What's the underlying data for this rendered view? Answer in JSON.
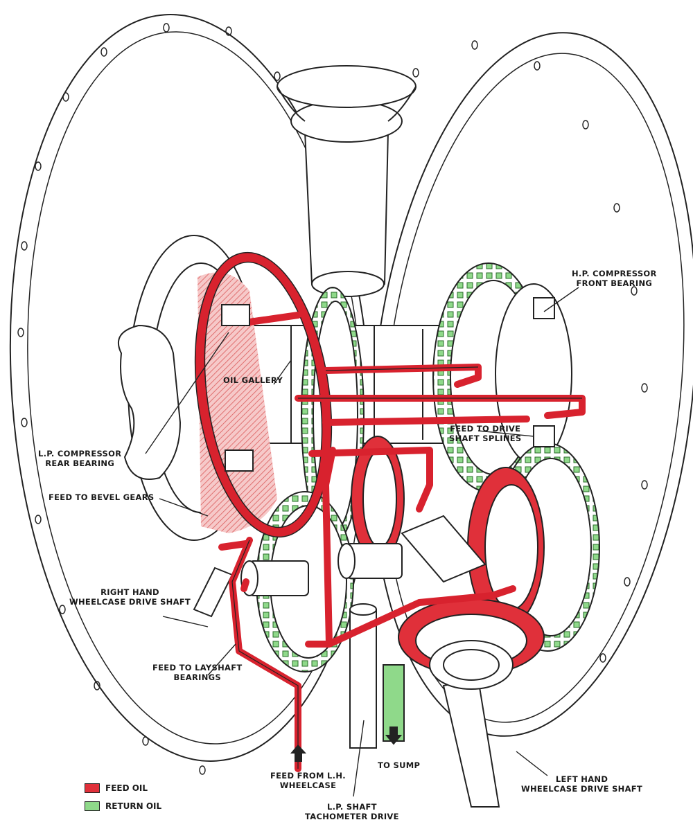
{
  "colors": {
    "feed_oil": "#e0303a",
    "return_oil": "#8fd98a",
    "line": "#222222",
    "background": "#ffffff"
  },
  "labels": {
    "hp_compressor_front_bearing": "H.P. COMPRESSOR\nFRONT BEARING",
    "oil_gallery": "OIL GALLERY",
    "lp_compressor_rear_bearing": "L.P. COMPRESSOR\nREAR BEARING",
    "feed_to_drive_shaft_splines": "FEED TO DRIVE\nSHAFT SPLINES",
    "feed_to_bevel_gears": "FEED TO BEVEL GEARS",
    "right_hand_wheelcase_drive_shaft": "RIGHT HAND\nWHEELCASE DRIVE SHAFT",
    "feed_to_layshaft_bearings": "FEED TO LAYSHAFT\nBEARINGS",
    "feed_from_lh_wheelcase": "FEED FROM L.H.\nWHEELCASE",
    "to_sump": "TO SUMP",
    "lp_shaft_tachometer_drive": "L.P. SHAFT\nTACHOMETER DRIVE",
    "left_hand_wheelcase_drive_shaft": "LEFT HAND\nWHEELCASE DRIVE SHAFT"
  },
  "legend": {
    "feed_oil": "FEED OIL",
    "return_oil": "RETURN OIL"
  }
}
